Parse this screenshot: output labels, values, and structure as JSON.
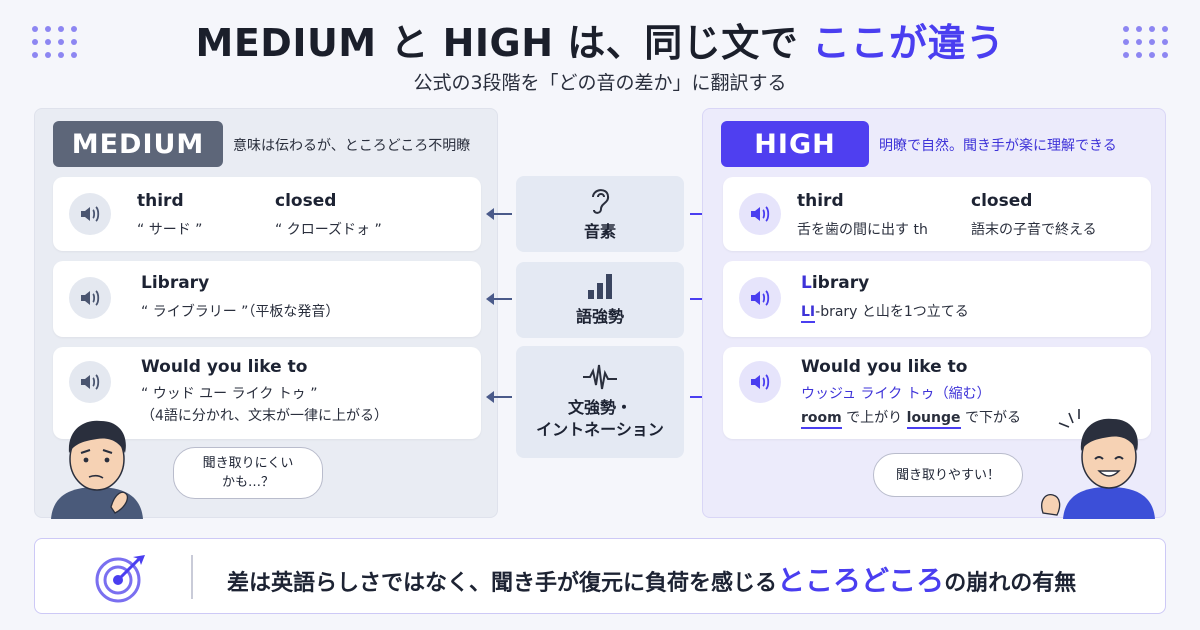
{
  "header": {
    "title_main": "MEDIUM と HIGH は、同じ文で",
    "title_accent": "ここが違う",
    "subtitle": "公式の3段階を「どの音の差か」に翻訳する"
  },
  "medium": {
    "badge": "MEDIUM",
    "description": "意味は伝わるが、ところどころ不明瞭",
    "row1": {
      "word1": "third",
      "sound1": "“ サード ”",
      "word2": "closed",
      "sound2": "“ クローズドォ ”"
    },
    "row2": {
      "word": "Library",
      "sound": "“ ライブラリー ”（平板な発音）"
    },
    "row3": {
      "word": "Would you like to",
      "sound": "“ ウッド ユー ライク トゥ ”",
      "note": "（4語に分かれ、文末が一律に上がる）"
    },
    "bubble": "聞き取りにくい\nかも…？"
  },
  "high": {
    "badge": "HIGH",
    "description": "明瞭で自然。聞き手が楽に理解できる",
    "row1": {
      "word1": "third",
      "sound1": "舌を歯の間に出す th",
      "word2": "closed",
      "sound2": "語末の子音で終える"
    },
    "row2": {
      "word_stress": "L",
      "word_rest": "ibrary",
      "stress": "LI",
      "sound_rest": "-brary と山を1つ立てる"
    },
    "row3": {
      "word": "Would you like to",
      "sound": "ウッジュ ライク トゥ（縮む）",
      "word_a": "room",
      "text_a": " で上がり ",
      "word_b": "lounge",
      "text_b": " で下がる"
    },
    "bubble": "聞き取りやすい！"
  },
  "center": {
    "items": [
      {
        "label": "音素",
        "icon": "ear-icon"
      },
      {
        "label": "語強勢",
        "icon": "bar-chart-icon"
      },
      {
        "label_line1": "文強勢・",
        "label_line2": "イントネーション",
        "icon": "waveform-icon"
      }
    ]
  },
  "bottom": {
    "text_before": "差は英語らしさではなく、聞き手が復元に負荷を感じる",
    "text_accent": "ところどころ",
    "text_after": "の崩れの有無",
    "icon": "target-icon"
  },
  "colors": {
    "accent": "#4a3ef0",
    "medium_badge": "#5d6679",
    "high_badge": "#4f3ff0"
  }
}
